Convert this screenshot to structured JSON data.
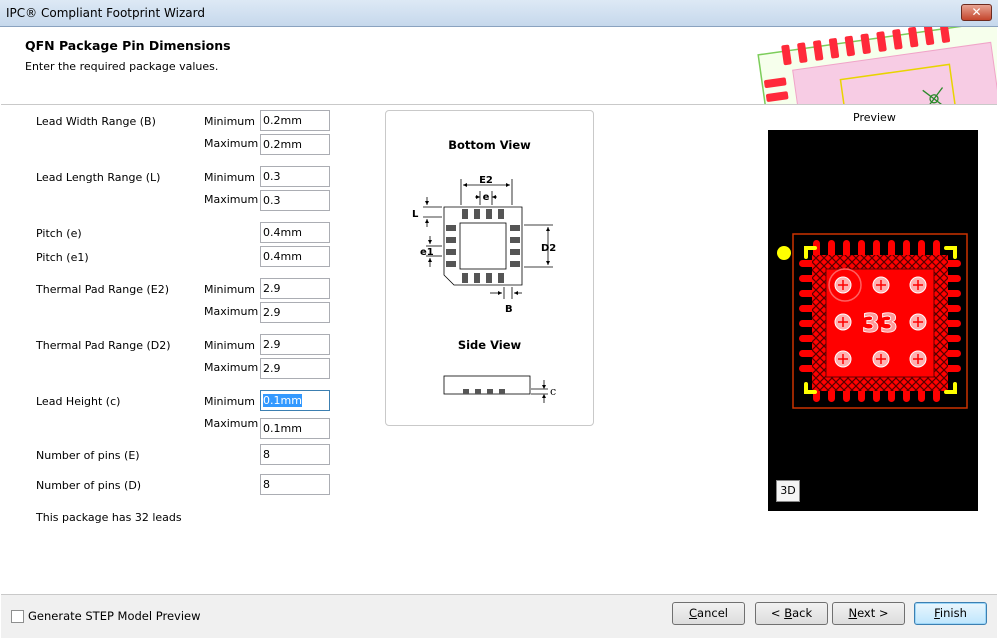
{
  "window": {
    "title": "IPC® Compliant Footprint Wizard",
    "close_glyph": "✕"
  },
  "header": {
    "title": "QFN Package Pin Dimensions",
    "subtitle": "Enter the required package values."
  },
  "form": {
    "lead_width": {
      "label": "Lead Width Range (B)",
      "min_label": "Minimum",
      "max_label": "Maximum",
      "min": "0.2mm",
      "max": "0.2mm"
    },
    "lead_length": {
      "label": "Lead Length Range (L)",
      "min_label": "Minimum",
      "max_label": "Maximum",
      "min": "0.3",
      "max": "0.3"
    },
    "pitch_e": {
      "label": "Pitch (e)",
      "value": "0.4mm"
    },
    "pitch_e1": {
      "label": "Pitch (e1)",
      "value": "0.4mm"
    },
    "thermal_e2": {
      "label": "Thermal Pad Range (E2)",
      "min_label": "Minimum",
      "max_label": "Maximum",
      "min": "2.9",
      "max": "2.9"
    },
    "thermal_d2": {
      "label": "Thermal Pad Range (D2)",
      "min_label": "Minimum",
      "max_label": "Maximum",
      "min": "2.9",
      "max": "2.9"
    },
    "lead_height": {
      "label": "Lead Height (c)",
      "min_label": "Minimum",
      "max_label": "Maximum",
      "min": "0.1mm",
      "max": "0.1mm"
    },
    "pins_e": {
      "label": "Number of pins (E)",
      "value": "8"
    },
    "pins_d": {
      "label": "Number of pins (D)",
      "value": "8"
    },
    "summary": "This package has 32 leads"
  },
  "diagram": {
    "bottom_view_title": "Bottom View",
    "side_view_title": "Side View",
    "labels": {
      "E2": "E2",
      "e": "e",
      "L": "L",
      "D2": "D2",
      "e1": "e1",
      "B": "B",
      "c": "c"
    }
  },
  "preview": {
    "label": "Preview",
    "button_3d": "3D",
    "pad_number": "33"
  },
  "footer": {
    "step_checkbox_label": "Generate STEP Model Preview",
    "step_checked": false,
    "cancel": {
      "pre": "",
      "u": "C",
      "post": "ancel"
    },
    "back": {
      "pre": "< ",
      "u": "B",
      "post": "ack"
    },
    "next": {
      "pre": "",
      "u": "N",
      "post": "ext >"
    },
    "finish": {
      "pre": "",
      "u": "F",
      "post": "inish"
    }
  },
  "colors": {
    "pad_red": "#ff0000",
    "courtyard": "#cc3300",
    "silk_yellow": "#ffff00",
    "accent": "#3399ff"
  }
}
